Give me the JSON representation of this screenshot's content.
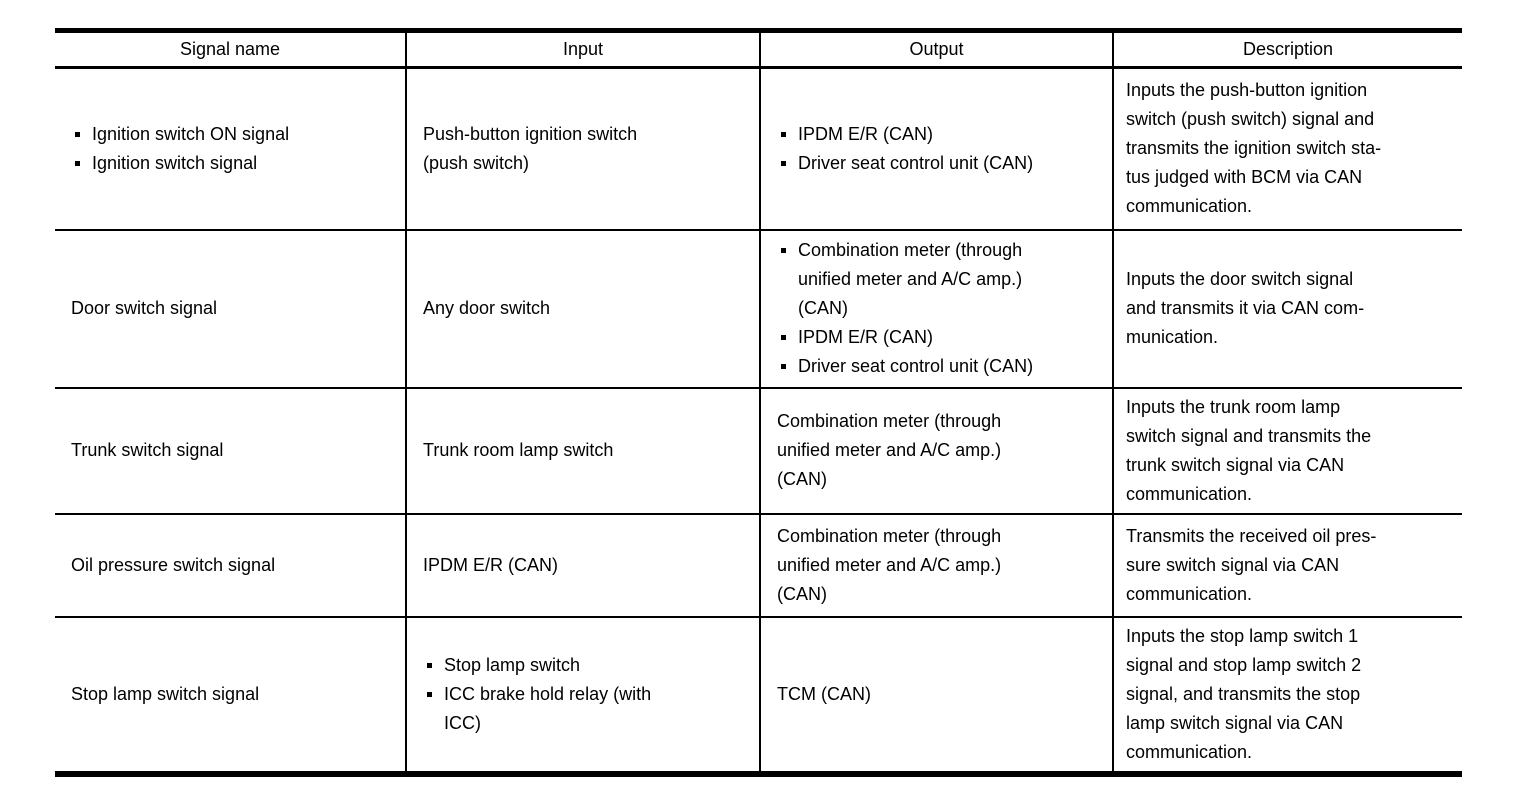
{
  "page": {
    "background_color": "#ffffff",
    "rule_color": "#000000",
    "text_color": "#000000"
  },
  "table": {
    "headers": [
      "Signal name",
      "Input",
      "Output",
      "Description"
    ],
    "rows": [
      {
        "signal": {
          "items": [
            "Ignition switch ON signal",
            "Ignition switch signal"
          ]
        },
        "input": {
          "text": "Push-button ignition switch\n(push switch)"
        },
        "output": {
          "items": [
            "IPDM E/R (CAN)",
            "Driver seat control unit (CAN)"
          ]
        },
        "description": "Inputs the push-button ignition\nswitch (push switch) signal and\ntransmits the ignition switch sta-\ntus judged with BCM via CAN\ncommunication."
      },
      {
        "signal": {
          "text": "Door switch signal"
        },
        "input": {
          "text": "Any door switch"
        },
        "output": {
          "items": [
            "Combination meter (through\nunified meter and A/C amp.)\n(CAN)",
            "IPDM E/R (CAN)",
            "Driver seat control unit (CAN)"
          ]
        },
        "description": "Inputs the door switch signal\nand transmits it via CAN com-\nmunication."
      },
      {
        "signal": {
          "text": "Trunk switch signal"
        },
        "input": {
          "text": "Trunk room lamp switch"
        },
        "output": {
          "text": "Combination meter (through\nunified meter and A/C amp.)\n(CAN)"
        },
        "description": "Inputs the trunk room lamp\nswitch signal and transmits the\ntrunk switch signal via CAN\ncommunication."
      },
      {
        "signal": {
          "text": "Oil pressure switch signal"
        },
        "input": {
          "text": "IPDM E/R (CAN)"
        },
        "output": {
          "text": "Combination meter (through\nunified meter and A/C amp.)\n(CAN)"
        },
        "description": "Transmits the received oil pres-\nsure switch signal via CAN\ncommunication."
      },
      {
        "signal": {
          "text": "Stop lamp switch signal"
        },
        "input": {
          "items": [
            "Stop lamp switch",
            "ICC brake hold relay (with\nICC)"
          ]
        },
        "output": {
          "text": "TCM (CAN)"
        },
        "description": "Inputs the stop lamp switch 1\nsignal and stop lamp switch 2\nsignal, and transmits the stop\nlamp switch signal via CAN\ncommunication."
      }
    ]
  }
}
